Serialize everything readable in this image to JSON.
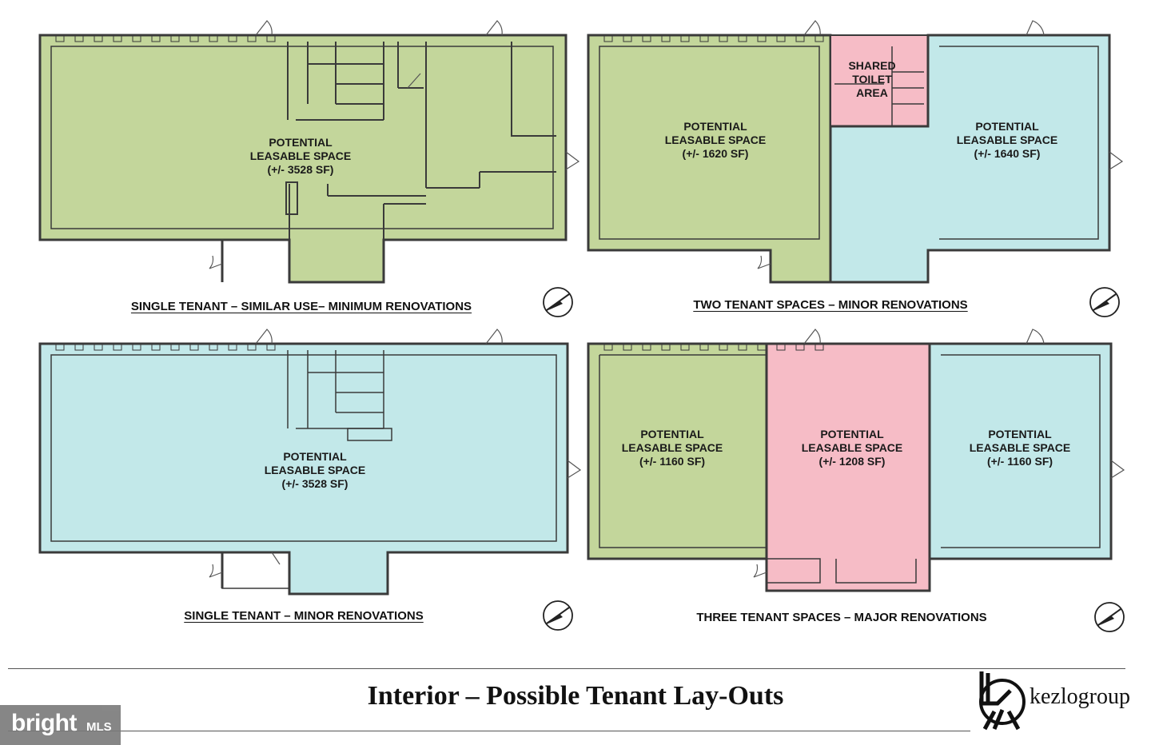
{
  "colors": {
    "green": "#c3d69b",
    "blue": "#c2e8e9",
    "pink": "#f6bcc6",
    "wall": "#3a3a3a"
  },
  "plans": [
    {
      "caption": "SINGLE TENANT – SIMILAR USE– MINIMUM RENOVATIONS",
      "caption_underlined": true,
      "spaces": [
        {
          "lines": [
            "POTENTIAL",
            "LEASABLE SPACE",
            "(+/- 3528 SF)"
          ],
          "color": "green"
        }
      ]
    },
    {
      "caption": "TWO TENANT SPACES – MINOR RENOVATIONS",
      "caption_underlined": true,
      "spaces": [
        {
          "lines": [
            "POTENTIAL",
            "LEASABLE SPACE",
            "(+/- 1620 SF)"
          ],
          "color": "green"
        },
        {
          "lines": [
            "SHARED",
            "TOILET",
            "AREA"
          ],
          "color": "pink"
        },
        {
          "lines": [
            "POTENTIAL",
            "LEASABLE SPACE",
            "(+/- 1640 SF)"
          ],
          "color": "blue"
        }
      ]
    },
    {
      "caption": "SINGLE TENANT – MINOR RENOVATIONS",
      "caption_underlined": true,
      "spaces": [
        {
          "lines": [
            "POTENTIAL",
            "LEASABLE SPACE",
            "(+/- 3528 SF)"
          ],
          "color": "blue"
        }
      ]
    },
    {
      "caption": "THREE TENANT SPACES – MAJOR RENOVATIONS",
      "caption_underlined": false,
      "spaces": [
        {
          "lines": [
            "POTENTIAL",
            "LEASABLE SPACE",
            "(+/- 1160 SF)"
          ],
          "color": "green"
        },
        {
          "lines": [
            "POTENTIAL",
            "LEASABLE SPACE",
            "(+/- 1208 SF)"
          ],
          "color": "pink"
        },
        {
          "lines": [
            "POTENTIAL",
            "LEASABLE SPACE",
            "(+/- 1160 SF)"
          ],
          "color": "blue"
        }
      ]
    }
  ],
  "title": "Interior – Possible Tenant Lay-Outs",
  "logo_text": "kezlogroup",
  "watermark": {
    "brand": "bright",
    "suffix": "MLS"
  }
}
